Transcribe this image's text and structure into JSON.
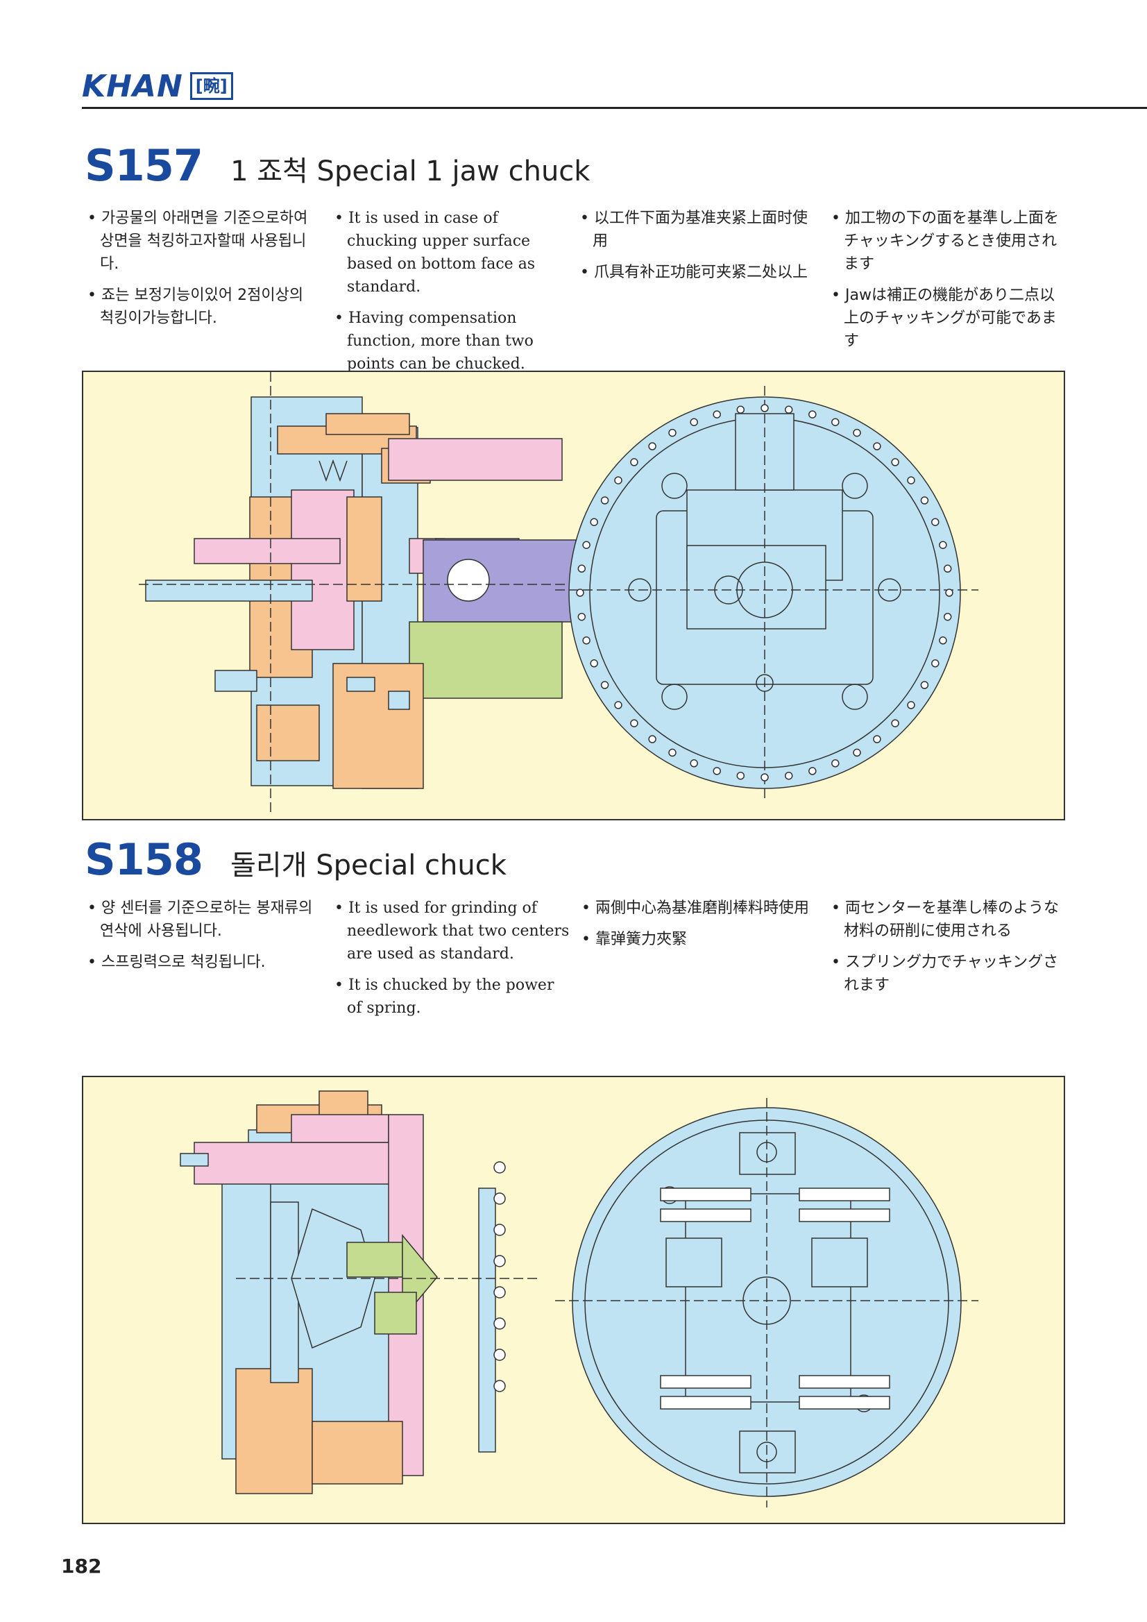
{
  "header": {
    "brand": "KHAN",
    "brand_mark": "[畹]"
  },
  "sections": [
    {
      "code": "S157",
      "title": "1 죠척 Special 1 jaw chuck",
      "korean": [
        "가공물의 아래면을 기준으로하여 상면을 척킹하고자할때 사용됩니다.",
        "죠는 보정기능이있어 2점이상의 척킹이가능합니다."
      ],
      "english": [
        "It is used in case of chucking upper surface based on bottom face as standard.",
        "Having compensation function, more than two points can be chucked."
      ],
      "chinese": [
        "以工件下面为基准夹紧上面时使用",
        "爪具有补正功能可夹紧二处以上"
      ],
      "japanese": [
        "加工物の下の面を基準し上面をチャッキングするとき使用されます",
        "Jawは補正の機能があり二点以上のチャッキングが可能であます"
      ]
    },
    {
      "code": "S158",
      "title": "돌리개 Special chuck",
      "korean": [
        "양 센터를 기준으로하는 봉재류의 연삭에 사용됩니다.",
        "스프링력으로 척킹됩니다."
      ],
      "english": [
        "It is used for grinding of needlework that two centers are used as standard.",
        "It is chucked by the power of spring."
      ],
      "chinese": [
        "兩側中心為基准磨削棒料時使用",
        "靠弹簧力夾緊"
      ],
      "japanese": [
        "両センターを基準し棒のような材料の研削に使用される",
        "スプリング力でチャッキングされます"
      ]
    }
  ],
  "colors": {
    "brand_blue": "#1a4a9e",
    "panel_bg": "#fdf8cf",
    "light_blue": "#bfe3f2",
    "pink": "#f6c6dc",
    "orange": "#f7c48f",
    "purple": "#a8a0d8",
    "green": "#c4dc90"
  },
  "page_number": "182"
}
